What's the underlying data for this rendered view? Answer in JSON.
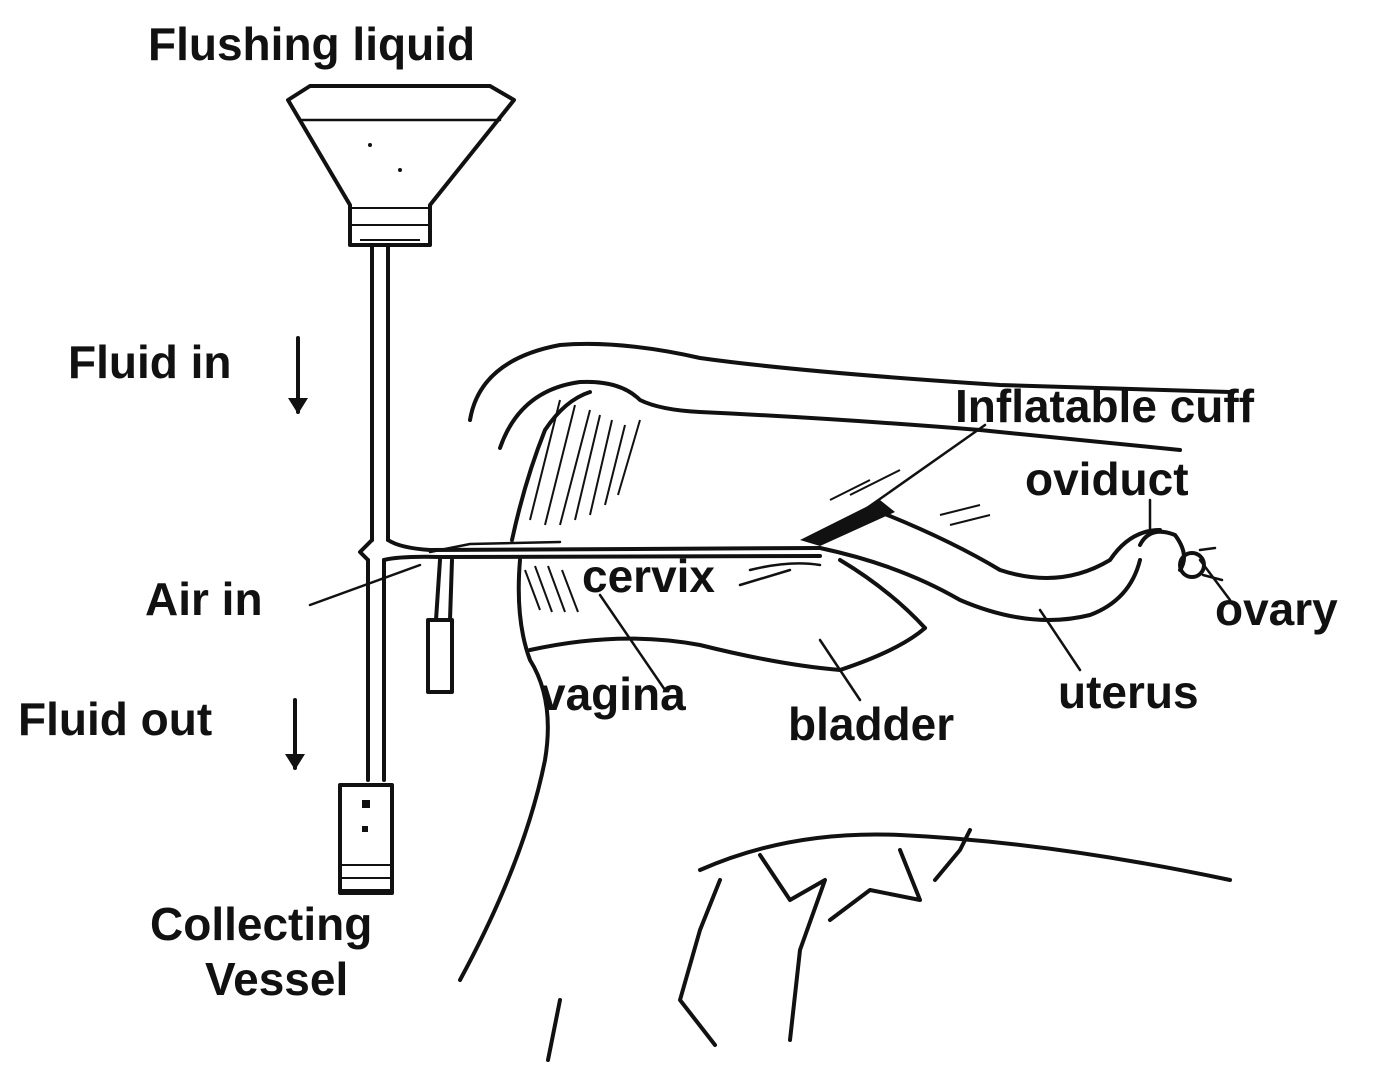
{
  "labels": {
    "flushing_liquid": "Flushing liquid",
    "fluid_in": "Fluid in",
    "air_in": "Air in",
    "fluid_out": "Fluid out",
    "collecting_1": "Collecting",
    "collecting_2": "Vessel",
    "inflatable_cuff": "Inflatable cuff",
    "oviduct": "oviduct",
    "cervix": "cervix",
    "ovary": "ovary",
    "vagina": "vagina",
    "bladder": "bladder",
    "uterus": "uterus"
  },
  "colors": {
    "ink": "#111111",
    "background": "#ffffff"
  }
}
